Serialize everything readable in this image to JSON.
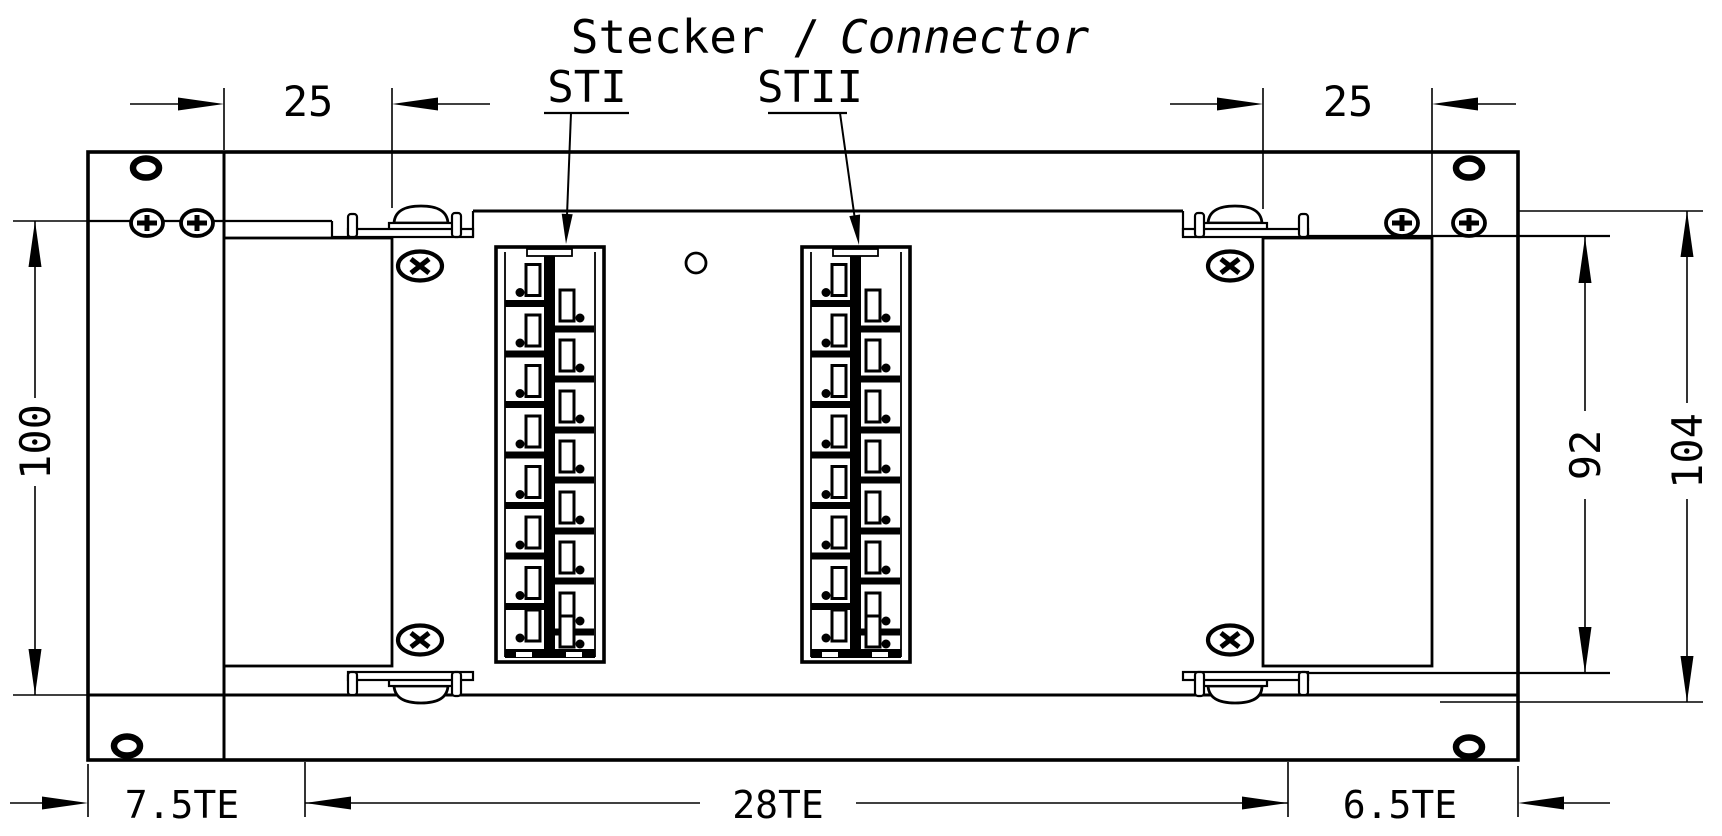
{
  "title": {
    "part1": "Stecker /",
    "part2": "Connector"
  },
  "connectors": {
    "st1": {
      "label": "STI"
    },
    "st2": {
      "label": "STII"
    }
  },
  "dimensions": {
    "top_left_width": "25",
    "top_right_width": "25",
    "left_height": "100",
    "right_inner_height": "92",
    "right_outer_height": "104",
    "bottom_left_width": "7.5TE",
    "bottom_center_width": "28TE",
    "bottom_right_width": "6.5TE"
  }
}
